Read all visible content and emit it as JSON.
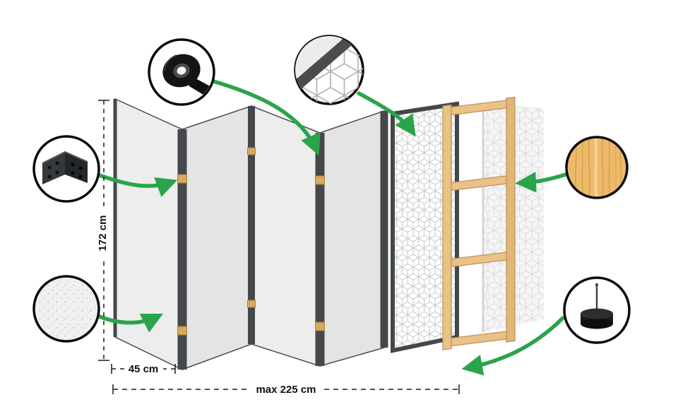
{
  "dims": {
    "height": "172 cm",
    "panel_width": "45 cm",
    "max_width": "max 225 cm"
  },
  "icons": [
    "tape-roll-icon",
    "corner-bracket-icon",
    "plaster-texture-icon",
    "cube-pattern-detail-icon",
    "wood-texture-icon",
    "stabilizing-foot-icon"
  ],
  "colors": {
    "accent_green": "#2aa44b",
    "frame_dark": "#45484b",
    "panel_face": "#ebebeb",
    "wood": "#eac187",
    "pattern_line": "#c6c6c6"
  }
}
